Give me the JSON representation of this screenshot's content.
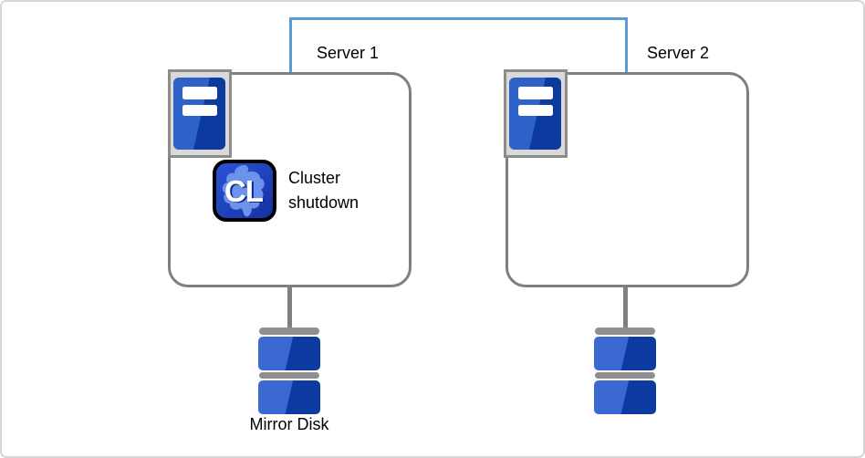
{
  "servers": [
    {
      "label": "Server 1"
    },
    {
      "label": "Server 2"
    }
  ],
  "cluster_shutdown": {
    "glyph": "CL",
    "label": "Cluster shutdown"
  },
  "mirror_disk": {
    "label": "Mirror Disk"
  },
  "colors": {
    "interconnect_blue": "#5b9bd5",
    "box_border_gray": "#7f7f7f",
    "icon_frame_gray": "#8c8c8c",
    "icon_frame_fill": "#d9d9d9",
    "server_blue_light": "#2f62c8",
    "server_blue_dark": "#0c3a9e",
    "disk_blue_light": "#3a6ad1",
    "disk_blue_dark": "#0d3aa0",
    "cl_splash_blue": "#6d92ec",
    "text_black": "#000000"
  }
}
